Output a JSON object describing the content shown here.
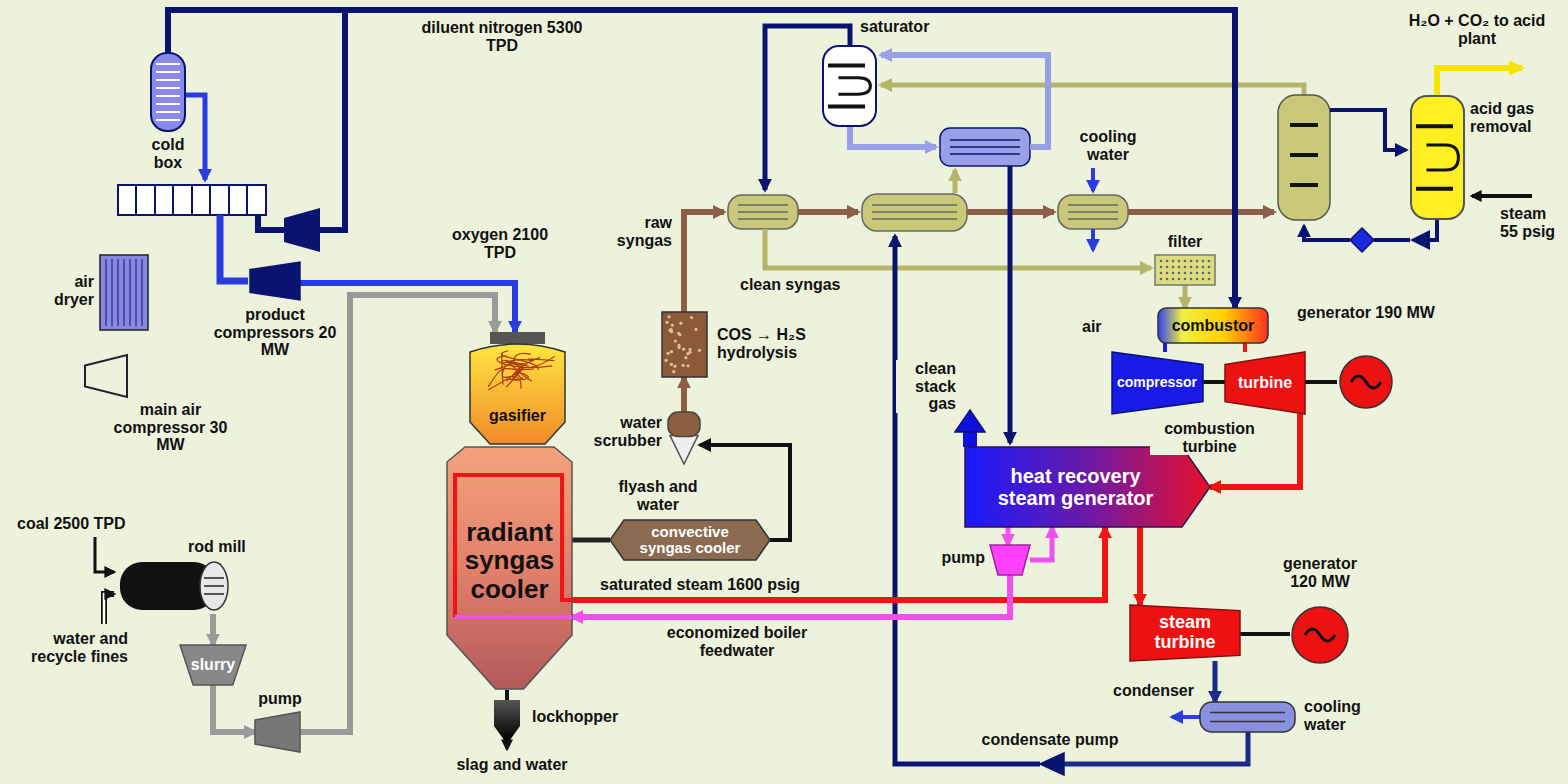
{
  "diagram": {
    "nodes": [
      {
        "text": [
          "cold box"
        ]
      },
      {
        "text": [
          "air dryer"
        ]
      },
      {
        "text": [
          "main air compressor 30 MW"
        ]
      },
      {
        "text": [
          "product compressors 20 MW"
        ]
      },
      {
        "text": [
          "rod mill"
        ]
      },
      {
        "text": [
          "slurry"
        ]
      },
      {
        "text": [
          "pump"
        ]
      },
      {
        "text": [
          "gasifier"
        ]
      },
      {
        "text": [
          "radiant syngas cooler"
        ]
      },
      {
        "text": [
          "lockhopper"
        ]
      },
      {
        "text": [
          "water scrubber"
        ]
      },
      {
        "text": [
          "convective syngas cooler"
        ]
      },
      {
        "text": [
          "COS → H₂S hydrolysis"
        ]
      },
      {
        "text": [
          "saturator"
        ]
      },
      {
        "text": [
          "filter"
        ]
      },
      {
        "text": [
          "acid gas removal"
        ]
      },
      {
        "text": [
          "combustor"
        ]
      },
      {
        "text": [
          "compressor"
        ]
      },
      {
        "text": [
          "turbine"
        ]
      },
      {
        "text": [
          "generator 190 MW"
        ]
      },
      {
        "text": [
          "heat recovery steam generator"
        ]
      },
      {
        "text": [
          "pump"
        ]
      },
      {
        "text": [
          "steam turbine"
        ]
      },
      {
        "text": [
          "generator 120 MW"
        ]
      },
      {
        "text": [
          "condenser"
        ]
      },
      {
        "text": [
          "condensate pump"
        ]
      }
    ],
    "edges": [
      {
        "from": 0,
        "to": 16,
        "arrow": "to",
        "label": "diluent nitrogen 5300 TPD"
      },
      {
        "from": 3,
        "to": 7,
        "arrow": "to",
        "label": "oxygen 2100 TPD"
      },
      {
        "from": 6,
        "to": 7,
        "arrow": "to"
      },
      {
        "from": 4,
        "to": 5,
        "arrow": "to"
      },
      {
        "from": 5,
        "to": 6,
        "arrow": "to"
      },
      {
        "from": 8,
        "to": 9,
        "arrow": "none"
      },
      {
        "from": 8,
        "to": 11,
        "arrow": "none"
      },
      {
        "from": 11,
        "to": 10,
        "arrow": "to"
      },
      {
        "from": 10,
        "to": 12,
        "arrow": "to"
      },
      {
        "from": 8,
        "to": 20,
        "arrow": "to",
        "label": "saturated steam 1600 psig"
      },
      {
        "from": 21,
        "to": 8,
        "arrow": "to",
        "label": "economized boiler feedwater"
      },
      {
        "from": 21,
        "to": 20,
        "arrow": "to"
      },
      {
        "from": 20,
        "to": 21,
        "arrow": "to"
      },
      {
        "from": 20,
        "to": 22,
        "arrow": "to"
      },
      {
        "from": 18,
        "to": 20,
        "arrow": "to"
      },
      {
        "from": 22,
        "to": 24,
        "arrow": "to"
      },
      {
        "from": 24,
        "to": 25,
        "arrow": "none"
      },
      {
        "from": 14,
        "to": 16,
        "arrow": "to"
      },
      {
        "from": 17,
        "to": 16,
        "arrow": "none"
      },
      {
        "from": 16,
        "to": 18,
        "arrow": "none"
      },
      {
        "from": 18,
        "to": 19,
        "arrow": "none"
      },
      {
        "from": 22,
        "to": 23,
        "arrow": "none"
      }
    ],
    "labels": [
      "coal 2500 TPD",
      "water and recycle fines",
      "slag and water",
      "flyash and water",
      "raw syngas",
      "clean syngas",
      "cooling water",
      "H₂O + CO₂ to acid plant",
      "steam 55 psig",
      "air",
      "combustion turbine",
      "clean stack gas",
      "cooling water"
    ]
  }
}
